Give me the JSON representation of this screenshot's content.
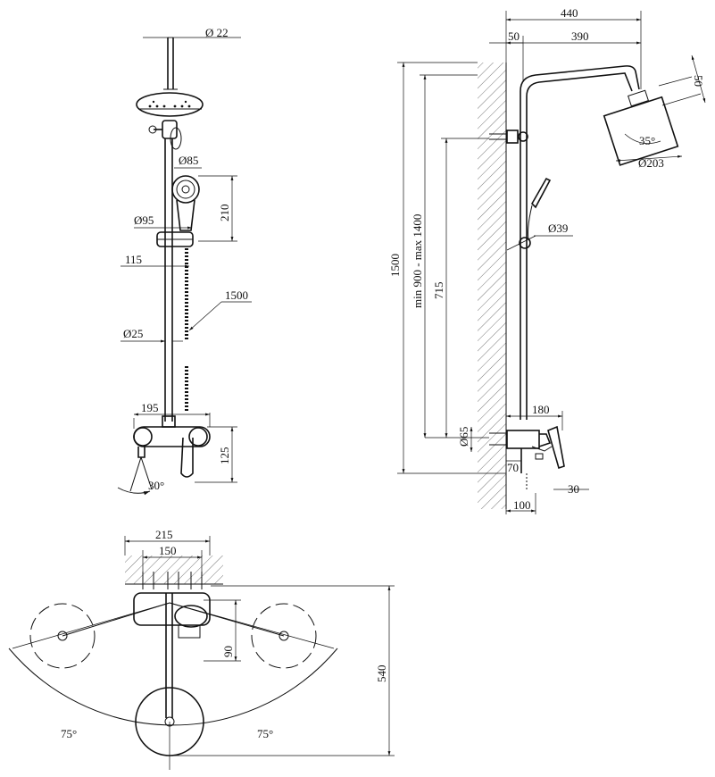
{
  "front_view": {
    "d_pipe_top": "Ø 22",
    "d_handshower": "Ø85",
    "h_handshower": "210",
    "d_holder": "Ø95",
    "w_holder_offset": "115",
    "hose_length": "1500",
    "d_rail": "Ø25",
    "w_mixer": "195",
    "h_mixer": "125",
    "angle_spout": "30°"
  },
  "side_view": {
    "w_total": "440",
    "w_wall_offset": "50",
    "w_arm": "390",
    "h_head_tilt": "50",
    "angle_head": "35°",
    "d_head": "Ø203",
    "d_bracket": "Ø39",
    "h_total": "1500",
    "h_adjust": "min 900 - max 1400",
    "h_715": "715",
    "w_mixer_depth": "180",
    "d_escutcheon": "Ø65",
    "h_70": "70",
    "w_30": "30",
    "w_100": "100"
  },
  "top_view": {
    "w_215": "215",
    "w_150": "150",
    "h_90": "90",
    "h_540": "540",
    "angle_left": "75°",
    "angle_right": "75°"
  }
}
